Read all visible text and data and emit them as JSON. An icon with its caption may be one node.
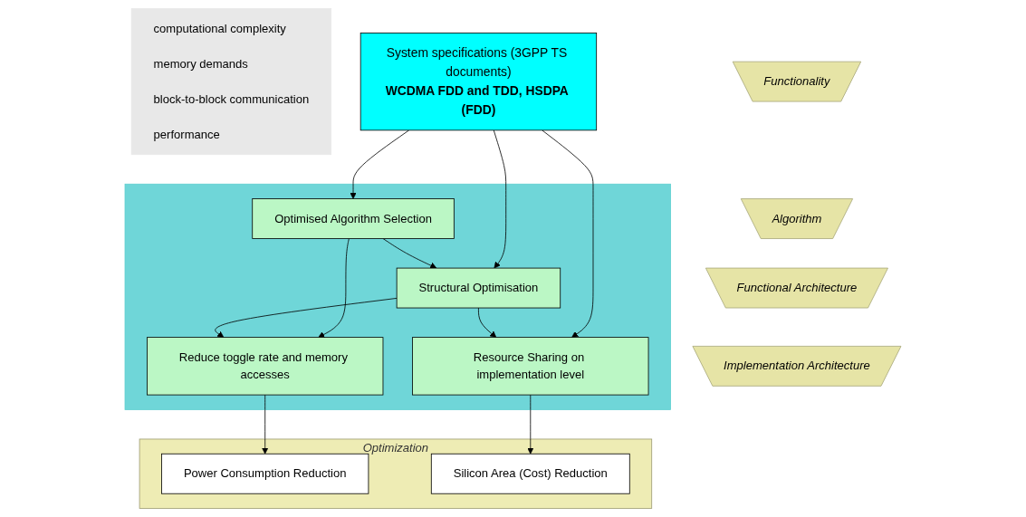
{
  "diagram": {
    "nodes": [
      {
        "text": [
          "System specifications (3GPP TS documents)",
          "WCDMA FDD and TDD, HSDPA (FDD)"
        ]
      },
      {
        "text": [
          "computational complexity",
          "memory demands",
          "block-to-block communication",
          "performance"
        ]
      },
      {
        "text": [],
        "shape": "box"
      },
      {
        "text": [
          "Optimised Algorithm Selection"
        ],
        "in": 2
      },
      {
        "text": [
          "Structural Optimisation"
        ],
        "in": 2
      },
      {
        "text": [
          "Reduce toggle rate and memory accesses"
        ],
        "in": 2
      },
      {
        "text": [
          "Resource Sharing on implementation level"
        ],
        "in": 2
      },
      {
        "text": [
          "Optimization"
        ]
      },
      {
        "text": [
          "Power Consumption Reduction"
        ],
        "in": 7
      },
      {
        "text": [
          "Silicon Area (Cost) Reduction"
        ],
        "in": 7
      },
      {
        "text": [
          "Functionality"
        ]
      },
      {
        "text": [
          "Algorithm"
        ]
      },
      {
        "text": [
          "Functional Architecture"
        ]
      },
      {
        "text": [
          "Implementation Architecture"
        ]
      }
    ],
    "edges": [
      {
        "from": 0,
        "to": 3,
        "arrow": "to"
      },
      {
        "from": 0,
        "to": 4,
        "arrow": "to"
      },
      {
        "from": 0,
        "to": 6,
        "arrow": "to"
      },
      {
        "from": 3,
        "to": 4,
        "arrow": "to"
      },
      {
        "from": 3,
        "to": 5,
        "arrow": "to"
      },
      {
        "from": 4,
        "to": 5,
        "arrow": "to"
      },
      {
        "from": 4,
        "to": 6,
        "arrow": "to"
      },
      {
        "from": 5,
        "to": 8,
        "arrow": "to"
      },
      {
        "from": 6,
        "to": 9,
        "arrow": "to"
      }
    ]
  }
}
